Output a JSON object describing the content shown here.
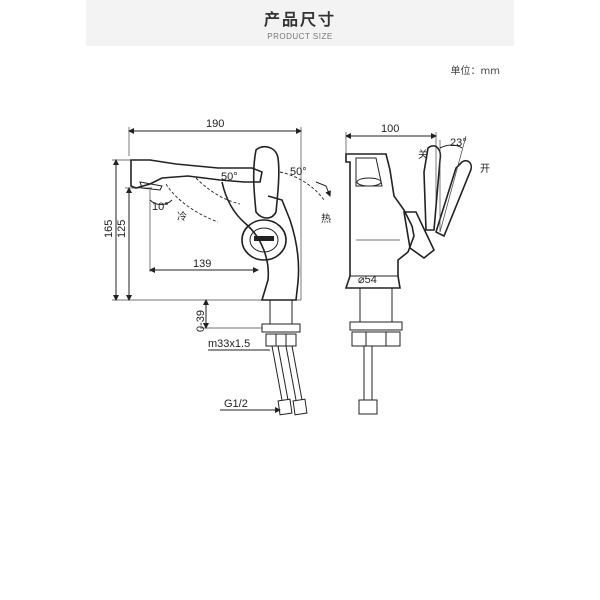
{
  "header": {
    "title": "产品尺寸",
    "subtitle": "PRODUCT SIZE"
  },
  "unit_label": "单位：mm",
  "front_view": {
    "width": "190",
    "height_total": "165",
    "height_spout": "125",
    "reach": "139",
    "base_range": "0-39",
    "thread": "m33x1.5",
    "inlet": "G1/2",
    "angle_spout": "10°",
    "angle_cold": "50°",
    "angle_hot": "50°",
    "cold_label": "冷",
    "hot_label": "热"
  },
  "side_view": {
    "depth": "100",
    "diameter": "⌀54",
    "angle_open": "23°",
    "close_label": "关",
    "open_label": "开"
  }
}
